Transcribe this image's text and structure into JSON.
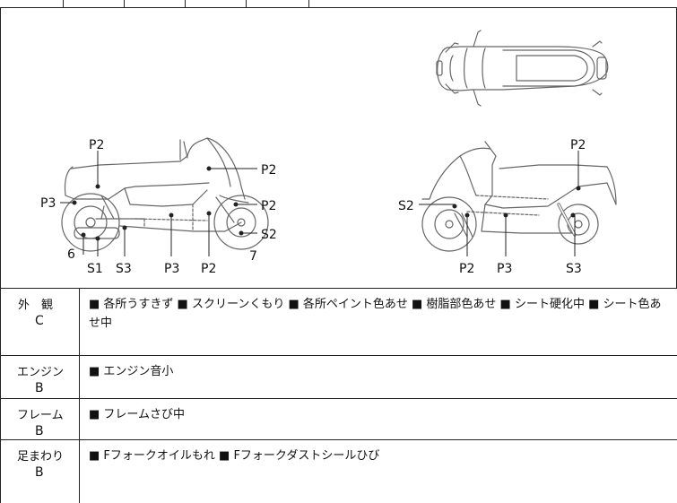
{
  "diagram": {
    "left_side_labels": {
      "p2_top": "P2",
      "p2_front_top": "P2",
      "p3_rear": "P3",
      "p2_front_mid": "P2",
      "s2_front": "S2",
      "num_6": "6",
      "s1": "S1",
      "s3": "S3",
      "p3_bottom": "P3",
      "p2_bottom": "P2",
      "num_7": "7"
    },
    "right_side_labels": {
      "p2_top": "P2",
      "s2_front": "S2",
      "p2_bottom": "P2",
      "p3_bottom": "P3",
      "s3": "S3"
    }
  },
  "rows": [
    {
      "category": "外　観",
      "grade": "C",
      "description": "■ 各所うすきず ■ スクリーンくもり ■ 各所ペイント色あせ ■ 樹脂部色あせ ■ シート硬化中 ■ シート色あせ中"
    },
    {
      "category": "エンジン",
      "grade": "B",
      "description": "■ エンジン音小"
    },
    {
      "category": "フレーム",
      "grade": "B",
      "description": "■ フレームさび中"
    },
    {
      "category": "足まわり",
      "grade": "B",
      "description": "■ Fフォークオイルもれ ■ Fフォークダストシールひび"
    }
  ]
}
